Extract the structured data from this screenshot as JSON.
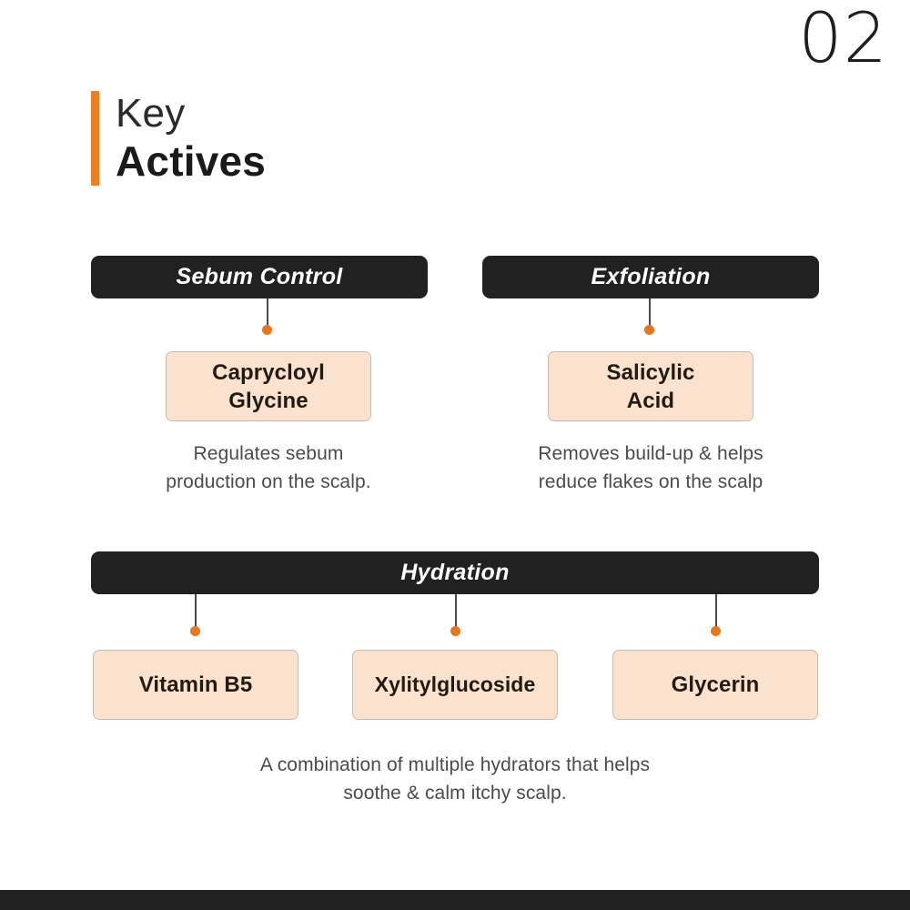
{
  "slide": {
    "number": "02",
    "heading_line1": "Key",
    "heading_line2": "Actives",
    "accent_color": "#EC7F23",
    "bar_color": "#212121",
    "box_fill_color": "#FAE2CE",
    "box_border_color": "#C8BDAE"
  },
  "groups": [
    {
      "title": "Sebum Control",
      "ingredients": [
        {
          "name": "Caprycloyl Glycine",
          "line1": "Caprycloyl",
          "line2": "Glycine"
        }
      ],
      "description_line1": "Regulates sebum",
      "description_line2": "production on the scalp."
    },
    {
      "title": "Exfoliation",
      "ingredients": [
        {
          "name": "Salicylic Acid",
          "line1": "Salicylic",
          "line2": "Acid"
        }
      ],
      "description_line1": "Removes build-up & helps",
      "description_line2": "reduce flakes on the scalp"
    },
    {
      "title": "Hydration",
      "ingredients": [
        {
          "name": "Vitamin B5"
        },
        {
          "name": "Xylitylglucoside"
        },
        {
          "name": "Glycerin"
        }
      ],
      "description_line1": "A combination of multiple hydrators that helps",
      "description_line2": "soothe & calm itchy scalp."
    }
  ]
}
